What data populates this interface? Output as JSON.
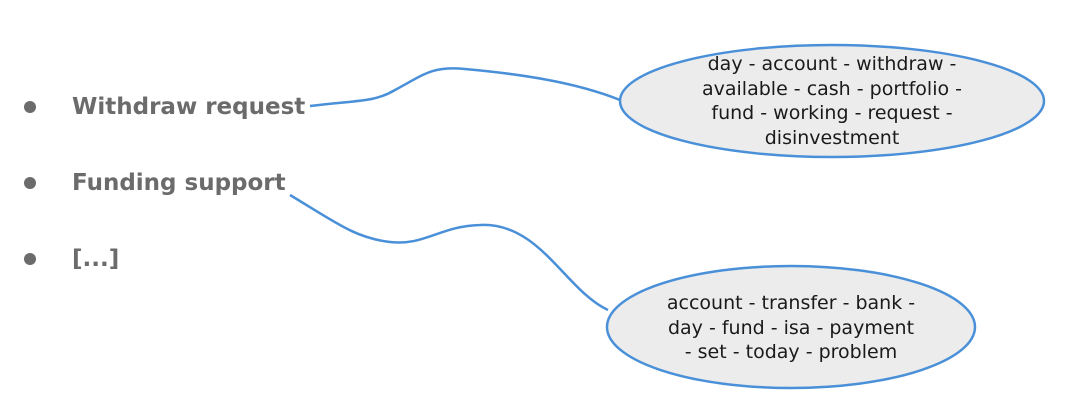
{
  "topics": [
    {
      "label": "Withdraw request"
    },
    {
      "label": "Funding support"
    },
    {
      "label": "[...]"
    }
  ],
  "keyword_bubbles": [
    {
      "text": "day - account - withdraw - available - cash - portfolio - fund - working - request - disinvestment"
    },
    {
      "text": "account - transfer - bank - day - fund - isa - payment - set - today - problem"
    }
  ],
  "colors": {
    "bullet_text": "#6b6b6b",
    "bubble_fill": "#ececec",
    "bubble_stroke": "#4a90d9",
    "connector_stroke": "#4a90d9"
  }
}
